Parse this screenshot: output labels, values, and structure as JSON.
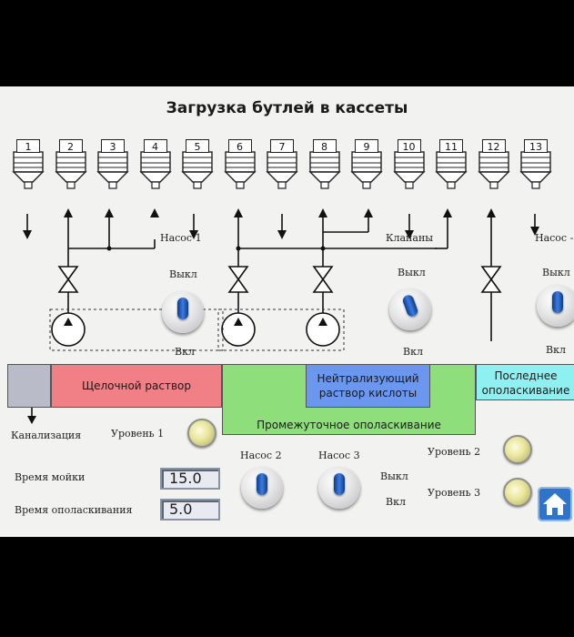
{
  "title": "Загрузка бутлей в кассеты",
  "slots": [
    "1",
    "2",
    "3",
    "4",
    "5",
    "6",
    "7",
    "8",
    "9",
    "10",
    "11",
    "12",
    "13"
  ],
  "labels": {
    "pump1": "Насос 1",
    "valves": "Клапаны",
    "pump_cut": "Насос -",
    "off": "Выкл",
    "on": "Вкл",
    "sewer": "Канализация",
    "level1": "Уровень 1",
    "level2": "Уровень 2",
    "level3": "Уровень 3",
    "pump2": "Насос 2",
    "pump3": "Насос 3",
    "wash_time": "Время мойки",
    "rinse_time": "Время ополаскивания"
  },
  "tanks": {
    "alkali": "Щелочной раствор",
    "intermediate": "Промежуточное ополаскивание",
    "neutral": "Нейтрализующий раствор кислоты",
    "last_rinse": "Последнее ополаскивание"
  },
  "inputs": {
    "wash_time": "15.0",
    "rinse_time": "5.0"
  },
  "colors": {
    "alkali": "#f07f86",
    "intermediate": "#8ede7b",
    "neutral": "#6b97ef",
    "last_rinse": "#8ef0f1",
    "drain": "#b9bcc8",
    "knob_lever": "#2b66c8",
    "home": "#2f74c9"
  },
  "icons": [
    "bottle-icon",
    "valve-icon",
    "pump-icon",
    "arrow-icon",
    "rotary-switch-icon",
    "indicator-lamp-icon",
    "home-icon"
  ]
}
